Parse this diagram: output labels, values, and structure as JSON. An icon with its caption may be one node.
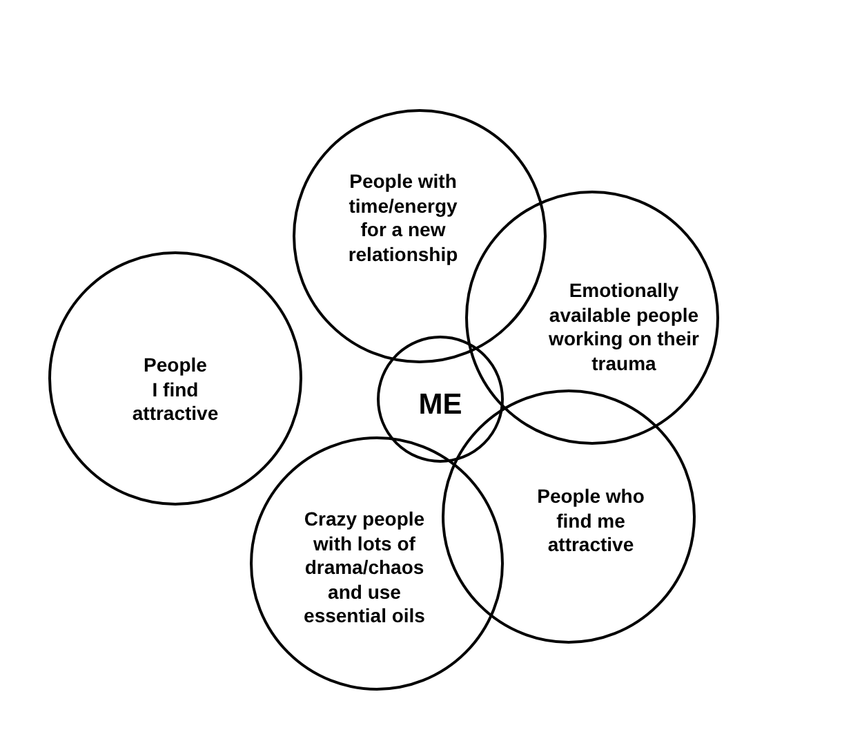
{
  "diagram": {
    "nodes": [
      {
        "text": [
          "People with time/energy for a new relationship"
        ]
      },
      {
        "text": [
          "Emotionally available people working on their trauma"
        ]
      },
      {
        "text": [
          "People I find attractive"
        ]
      },
      {
        "text": [
          "ME"
        ]
      },
      {
        "text": [
          "Crazy people with lots of drama/chaos and use essential oils"
        ]
      },
      {
        "text": [
          "People who find me attractive"
        ]
      }
    ]
  }
}
